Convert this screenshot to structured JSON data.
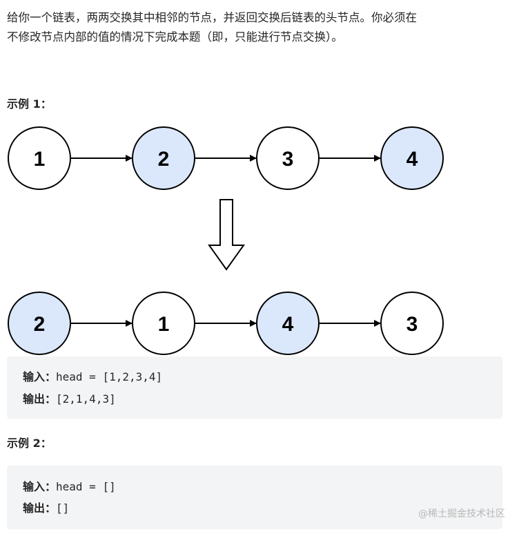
{
  "problem": {
    "line1": "给你一个链表，两两交换其中相邻的节点，并返回交换后链表的头节点。你必须在",
    "line2": "不修改节点内部的值的情况下完成本题（即，只能进行节点交换）。"
  },
  "example1": {
    "heading": "示例 1：",
    "diagram": {
      "before": [
        "1",
        "2",
        "3",
        "4"
      ],
      "after": [
        "2",
        "1",
        "4",
        "3"
      ],
      "highlighted_before": [
        false,
        true,
        false,
        true
      ],
      "highlighted_after": [
        true,
        false,
        true,
        false
      ],
      "colors": {
        "node_fill": "#ffffff",
        "node_highlight": "#dbe8fb",
        "stroke": "#000000"
      }
    },
    "input_label": "输入：",
    "input_value": "head = [1,2,3,4]",
    "output_label": "输出：",
    "output_value": "[2,1,4,3]"
  },
  "example2": {
    "heading": "示例 2：",
    "input_label": "输入：",
    "input_value": "head = []",
    "output_label": "输出：",
    "output_value": "[]"
  },
  "watermark": "@稀土掘金技术社区",
  "colors": {
    "code_bg": "#f3f4f5",
    "text": "#262626"
  }
}
